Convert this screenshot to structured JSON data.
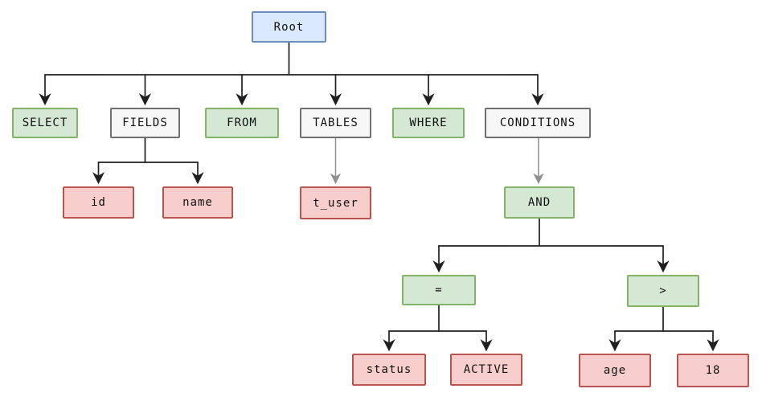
{
  "diagram": {
    "type": "tree",
    "description": "SQL query parse tree",
    "nodes": {
      "root": {
        "label": "Root",
        "color": "blue"
      },
      "select": {
        "label": "SELECT",
        "color": "green"
      },
      "fields": {
        "label": "FIELDS",
        "color": "plain"
      },
      "from": {
        "label": "FROM",
        "color": "green"
      },
      "tables": {
        "label": "TABLES",
        "color": "plain"
      },
      "where": {
        "label": "WHERE",
        "color": "green"
      },
      "conditions": {
        "label": "CONDITIONS",
        "color": "plain"
      },
      "id": {
        "label": "id",
        "color": "red"
      },
      "name": {
        "label": "name",
        "color": "red"
      },
      "t_user": {
        "label": "t_user",
        "color": "red"
      },
      "and": {
        "label": "AND",
        "color": "green"
      },
      "eq": {
        "label": "=",
        "color": "green"
      },
      "gt": {
        "label": ">",
        "color": "green"
      },
      "status": {
        "label": "status",
        "color": "red"
      },
      "active": {
        "label": "ACTIVE",
        "color": "red"
      },
      "age": {
        "label": "age",
        "color": "red"
      },
      "n18": {
        "label": "18",
        "color": "red"
      }
    },
    "edges": [
      {
        "from": "Root",
        "to": "SELECT"
      },
      {
        "from": "Root",
        "to": "FIELDS"
      },
      {
        "from": "Root",
        "to": "FROM"
      },
      {
        "from": "Root",
        "to": "TABLES"
      },
      {
        "from": "Root",
        "to": "WHERE"
      },
      {
        "from": "Root",
        "to": "CONDITIONS"
      },
      {
        "from": "FIELDS",
        "to": "id"
      },
      {
        "from": "FIELDS",
        "to": "name"
      },
      {
        "from": "TABLES",
        "to": "t_user"
      },
      {
        "from": "CONDITIONS",
        "to": "AND"
      },
      {
        "from": "AND",
        "to": "="
      },
      {
        "from": "AND",
        "to": ">"
      },
      {
        "from": "=",
        "to": "status"
      },
      {
        "from": "=",
        "to": "ACTIVE"
      },
      {
        "from": ">",
        "to": "age"
      },
      {
        "from": ">",
        "to": "18"
      }
    ],
    "colors": {
      "blue_fill": "#dae8fc",
      "blue_border": "#6c8ebf",
      "green_fill": "#d5e8d4",
      "green_border": "#82b366",
      "red_fill": "#f8cecc",
      "red_border": "#b85450",
      "plain_fill": "#f7f7f7",
      "plain_border": "#6f6f6f",
      "edge_black": "#1f1f1f",
      "edge_gray": "#8f8f8f"
    }
  }
}
